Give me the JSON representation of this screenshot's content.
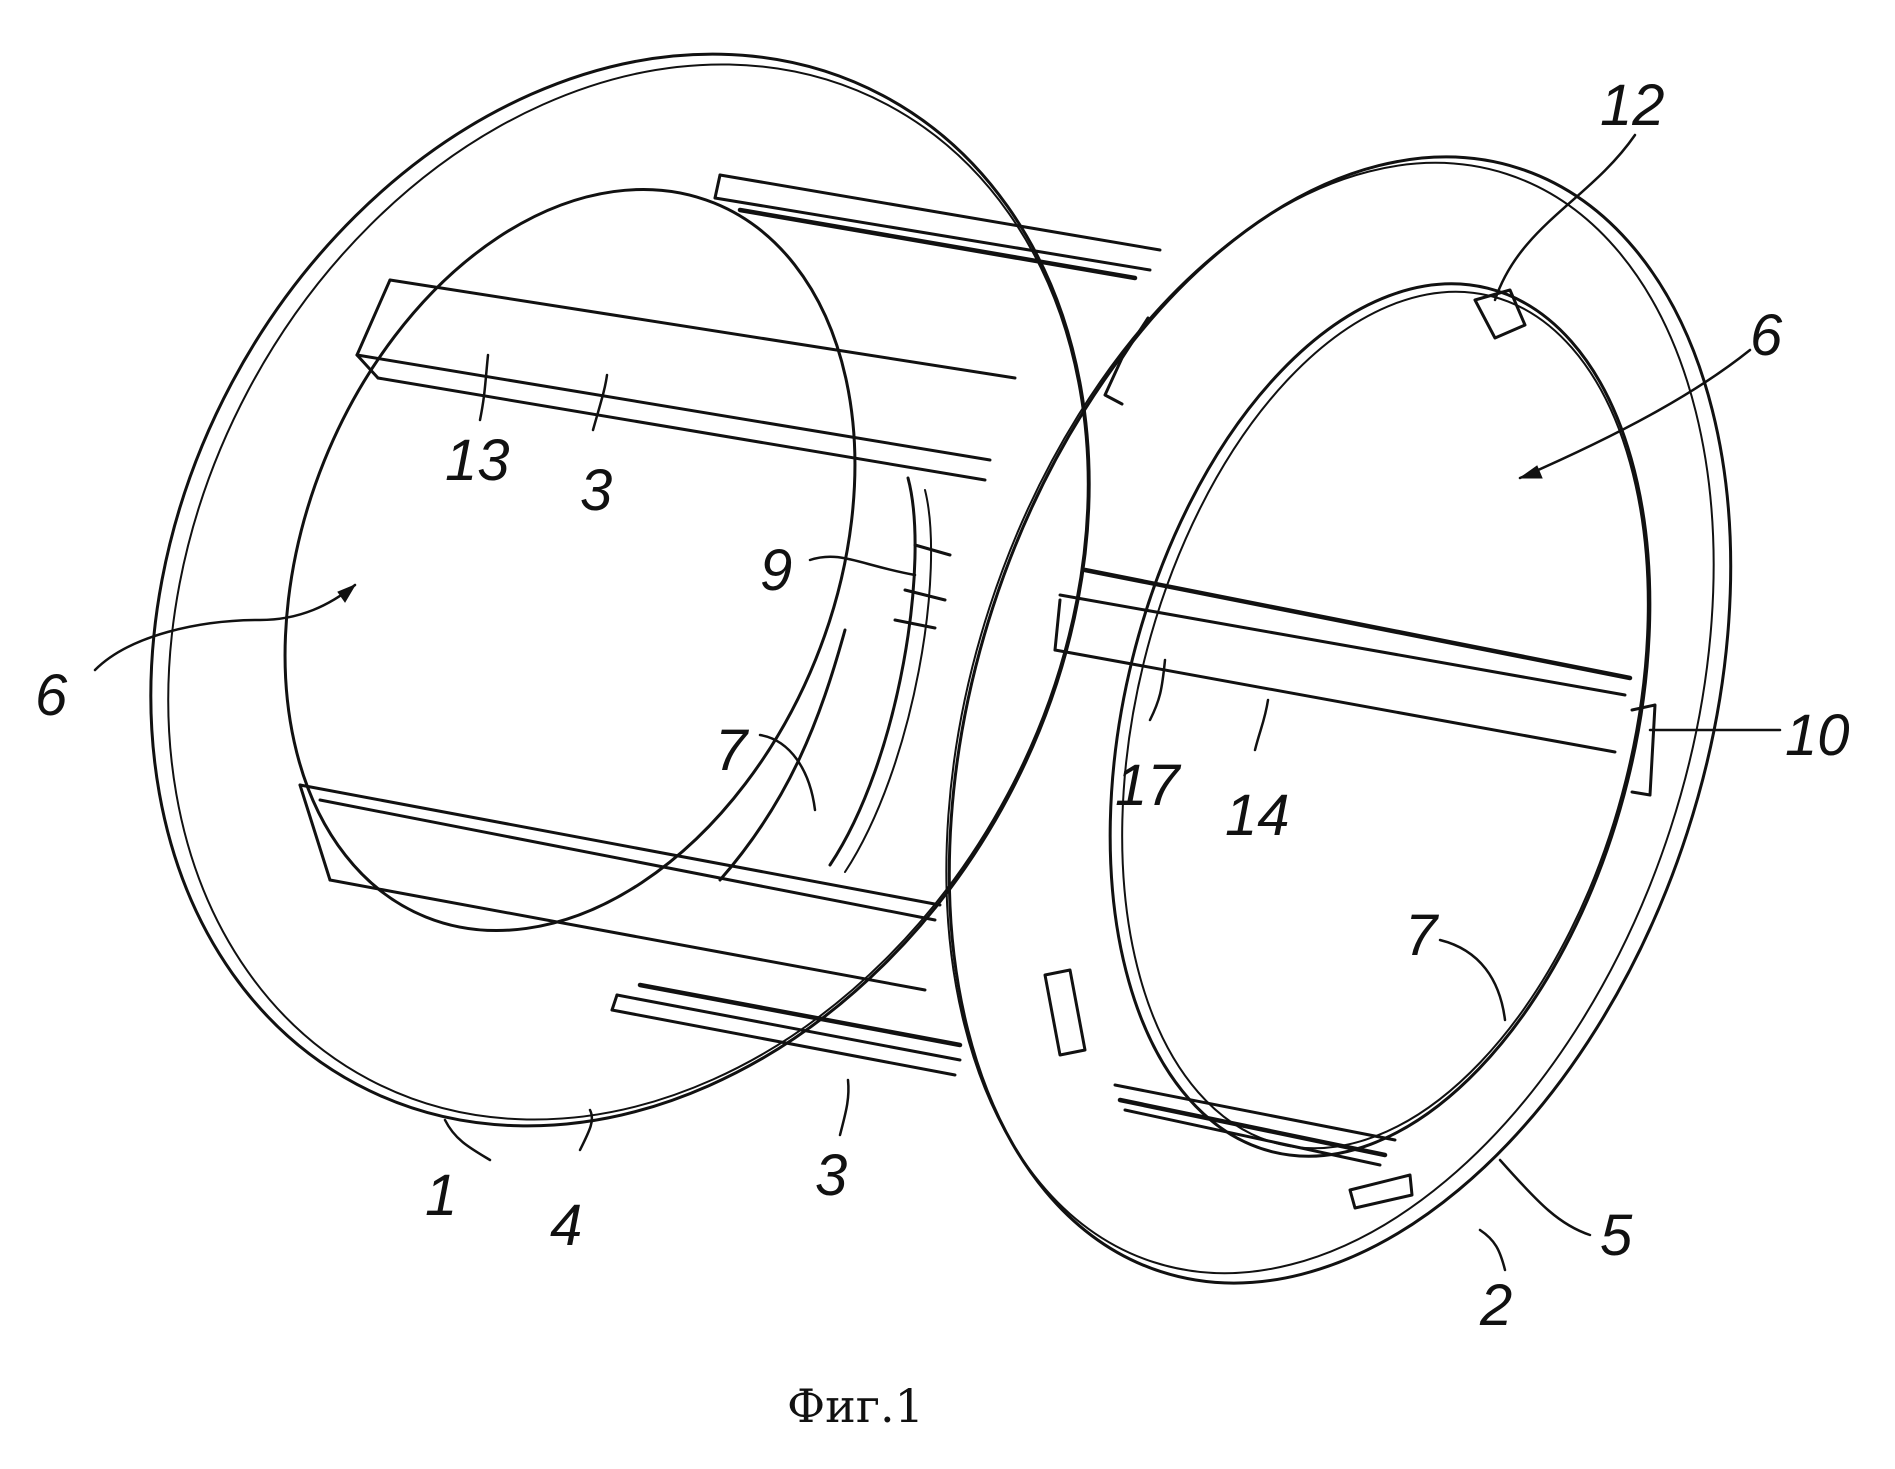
{
  "figure": {
    "caption": "Фиг.1"
  },
  "reference_numerals": {
    "n1": "1",
    "n2": "2",
    "n3_top": "3",
    "n3_bottom": "3",
    "n4": "4",
    "n5": "5",
    "n6_left": "6",
    "n6_right": "6",
    "n7_left": "7",
    "n7_right": "7",
    "n9": "9",
    "n10": "10",
    "n12": "12",
    "n13": "13",
    "n14": "14",
    "n17": "17"
  }
}
